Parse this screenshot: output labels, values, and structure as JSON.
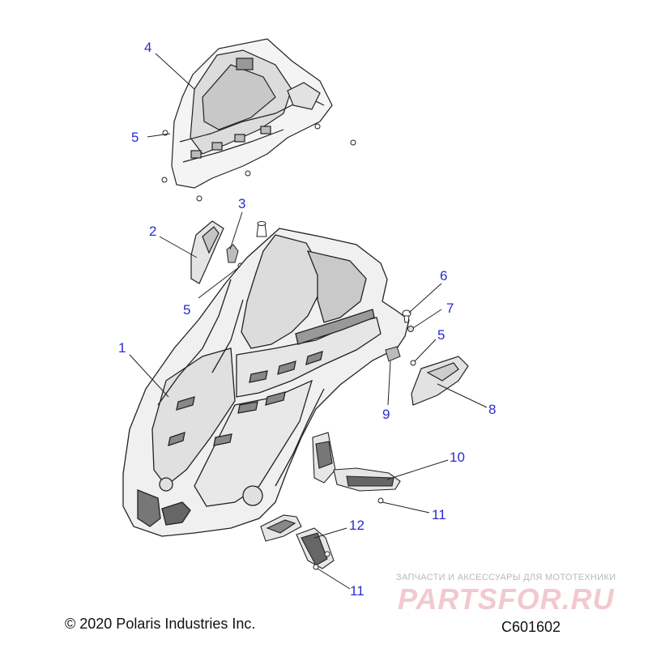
{
  "callouts": {
    "c4": "4",
    "c5a": "5",
    "c3": "3",
    "c2": "2",
    "c5b": "5",
    "c6": "6",
    "c7": "7",
    "c1": "1",
    "c5c": "5",
    "c9": "9",
    "c8": "8",
    "c10": "10",
    "c11a": "11",
    "c12": "12",
    "c11b": "11"
  },
  "footer": {
    "copyright": "© 2020 Polaris Industries Inc.",
    "diagram_code": "C601602"
  },
  "watermark": {
    "tagline": "ЗАПЧАСТИ И АКСЕССУАРЫ ДЛЯ МОТОТЕХНИКИ",
    "logo_text": "PARTSFOR.RU"
  },
  "colors": {
    "callout": "#2b2bd0",
    "line_art": "#222222",
    "watermark_logo": "#f2c9cf"
  }
}
